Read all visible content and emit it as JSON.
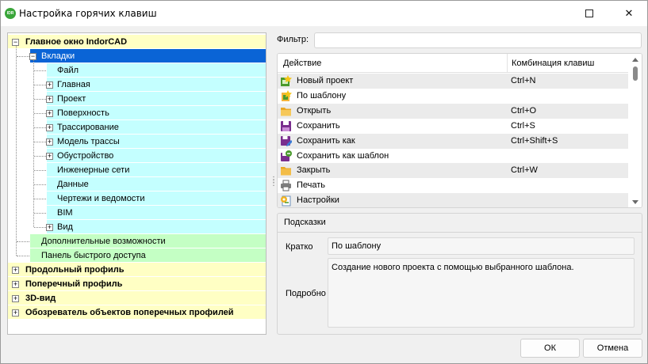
{
  "window": {
    "title": "Настройка горячих клавиш",
    "app_icon_text": "IDR"
  },
  "tree": {
    "items": [
      {
        "label": "Главное окно IndorCAD",
        "level": 0,
        "expander": "−"
      },
      {
        "label": "Вкладки",
        "level": 1,
        "expander": "−",
        "selected": true
      },
      {
        "label": "Файл",
        "level": 2,
        "expander": ""
      },
      {
        "label": "Главная",
        "level": 2,
        "expander": "+"
      },
      {
        "label": "Проект",
        "level": 2,
        "expander": "+"
      },
      {
        "label": "Поверхность",
        "level": 2,
        "expander": "+"
      },
      {
        "label": "Трассирование",
        "level": 2,
        "expander": "+"
      },
      {
        "label": "Модель трассы",
        "level": 2,
        "expander": "+"
      },
      {
        "label": "Обустройство",
        "level": 2,
        "expander": "+"
      },
      {
        "label": "Инженерные сети",
        "level": 2,
        "expander": ""
      },
      {
        "label": "Данные",
        "level": 2,
        "expander": ""
      },
      {
        "label": "Чертежи и ведомости",
        "level": 2,
        "expander": ""
      },
      {
        "label": "BIM",
        "level": 2,
        "expander": ""
      },
      {
        "label": "Вид",
        "level": 2,
        "expander": "+"
      },
      {
        "label": "Дополнительные возможности",
        "level": 1,
        "expander": ""
      },
      {
        "label": "Панель быстрого доступа",
        "level": 1,
        "expander": ""
      },
      {
        "label": "Продольный профиль",
        "level": 0,
        "expander": "+"
      },
      {
        "label": "Поперечный профиль",
        "level": 0,
        "expander": "+"
      },
      {
        "label": "3D-вид",
        "level": 0,
        "expander": "+"
      },
      {
        "label": "Обозреватель объектов поперечных профилей",
        "level": 0,
        "expander": "+"
      }
    ]
  },
  "filter": {
    "label": "Фильтр:",
    "value": ""
  },
  "table": {
    "col_action": "Действие",
    "col_keys": "Комбинация клавиш",
    "rows": [
      {
        "name": "Новый проект",
        "keys": "Ctrl+N",
        "icon": "new-project-icon"
      },
      {
        "name": "По шаблону",
        "keys": "",
        "icon": "template-icon"
      },
      {
        "name": "Открыть",
        "keys": "Ctrl+O",
        "icon": "folder-open-icon"
      },
      {
        "name": "Сохранить",
        "keys": "Ctrl+S",
        "icon": "save-icon"
      },
      {
        "name": "Сохранить как",
        "keys": "Ctrl+Shift+S",
        "icon": "save-as-icon"
      },
      {
        "name": "Сохранить как шаблон",
        "keys": "",
        "icon": "save-template-icon"
      },
      {
        "name": "Закрыть",
        "keys": "Ctrl+W",
        "icon": "folder-close-icon"
      },
      {
        "name": "Печать",
        "keys": "",
        "icon": "printer-icon"
      },
      {
        "name": "Настройки",
        "keys": "",
        "icon": "settings-icon"
      }
    ]
  },
  "hints": {
    "title": "Подсказки",
    "short_label": "Кратко",
    "short_value": "По шаблону",
    "detail_label": "Подробно",
    "detail_value": "Создание нового проекта с помощью выбранного шаблона."
  },
  "buttons": {
    "ok": "ОК",
    "cancel": "Отмена"
  }
}
